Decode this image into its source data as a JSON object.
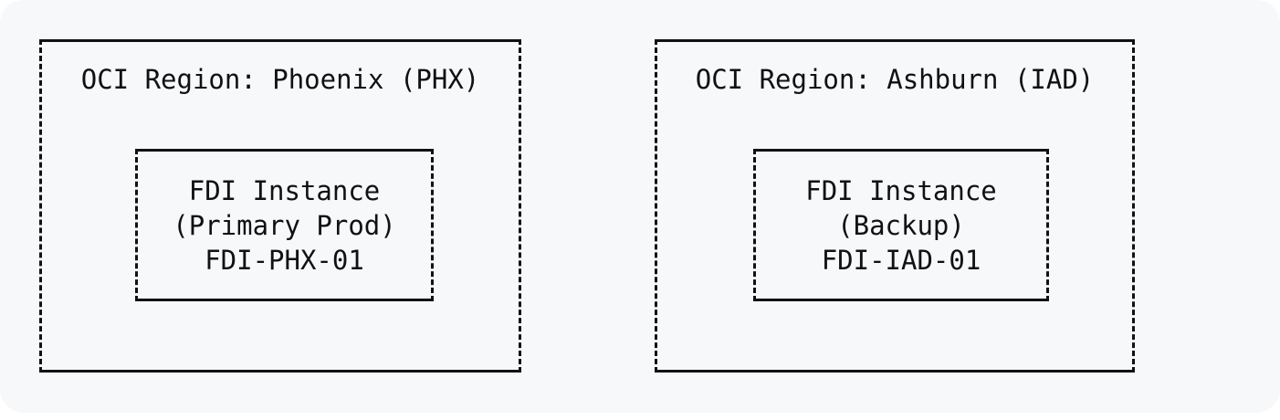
{
  "canvas": {
    "background_color": "#f7f8f9",
    "page_background_color": "#ffffff",
    "line_color": "#111111",
    "text_color": "#111111"
  },
  "diagram": {
    "type": "ascii-architecture-diagram",
    "regions": [
      {
        "id": "phx",
        "title": "OCI Region: Phoenix (PHX)",
        "instance": {
          "name": "FDI Instance",
          "role": "(Primary Prod)",
          "identifier": "FDI-PHX-01"
        }
      },
      {
        "id": "iad",
        "title": "OCI Region: Ashburn (IAD)",
        "instance": {
          "name": "FDI Instance",
          "role": "(Backup)",
          "identifier": "FDI-IAD-01"
        }
      }
    ]
  }
}
